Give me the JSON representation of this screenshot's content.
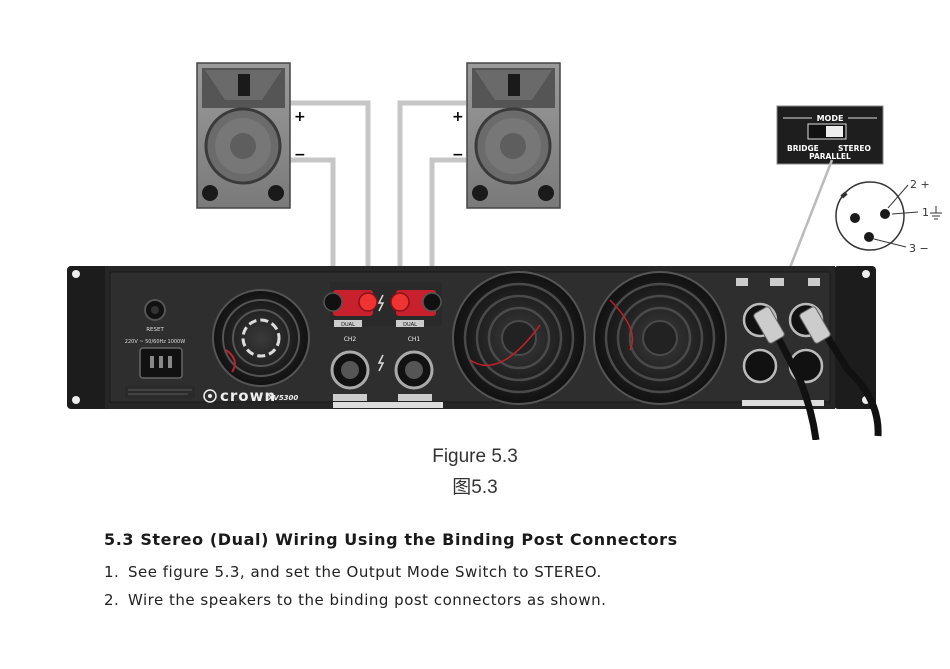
{
  "figure": {
    "speaker_left": {
      "plus": "+",
      "minus": "−"
    },
    "speaker_right": {
      "plus": "+",
      "minus": "−"
    },
    "mode_switch": {
      "title": "MODE",
      "bridge": "BRIDGE",
      "stereo": "STEREO",
      "parallel": "PARALLEL"
    },
    "xlr": {
      "pin2": "2 +",
      "pin1": "1",
      "pin3": "3 −"
    },
    "amp": {
      "reset": "RESET",
      "power": "220V ~ 50/60Hz 1000W",
      "brand": "crown",
      "model": "XV5300",
      "ch2": "CH2",
      "ch1": "CH1",
      "dual": "DUAL"
    }
  },
  "caption": {
    "en": "Figure 5.3",
    "zh": "图5.3"
  },
  "section": {
    "title": "5.3 Stereo (Dual) Wiring Using the Binding Post Connectors",
    "steps": [
      {
        "num": "1.",
        "text": "See figure 5.3, and set the Output Mode Switch to STEREO."
      },
      {
        "num": "2.",
        "text": "Wire the speakers to the binding post connectors as shown."
      }
    ]
  }
}
